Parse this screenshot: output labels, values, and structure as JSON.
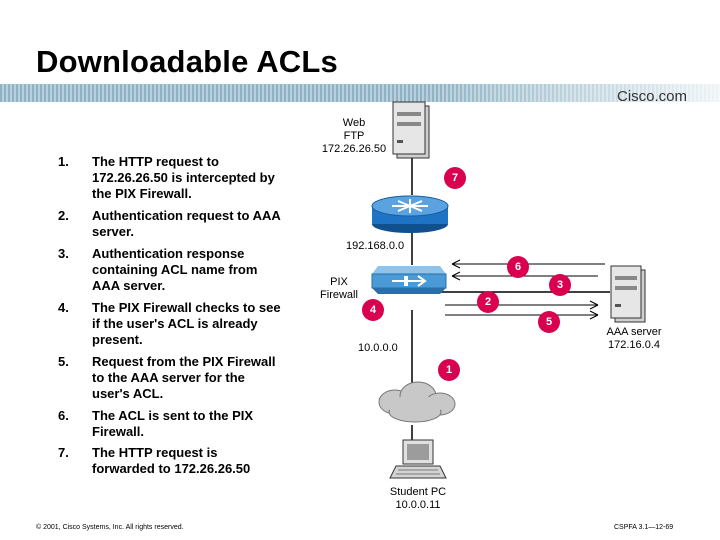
{
  "slide": {
    "title": "Downloadable ACLs",
    "logo": "Cisco.com",
    "footer_left": "© 2001, Cisco Systems, Inc. All rights reserved.",
    "footer_right": "CSPFA 3.1—12-69"
  },
  "steps": [
    {
      "num": "1.",
      "text": "The HTTP request to 172.26.26.50 is intercepted by the PIX Firewall."
    },
    {
      "num": "2.",
      "text": "Authentication request to AAA server."
    },
    {
      "num": "3.",
      "text": "Authentication response containing ACL name from AAA server."
    },
    {
      "num": "4.",
      "text": "The PIX Firewall checks to see if the user's ACL is already present."
    },
    {
      "num": "5.",
      "text": "Request from the PIX Firewall to the AAA server for the user's ACL."
    },
    {
      "num": "6.",
      "text": "The ACL is sent to the PIX Firewall."
    },
    {
      "num": "7.",
      "text": "The HTTP request is forwarded to 172.26.26.50"
    }
  ],
  "diagram": {
    "web_server_label": [
      "Web",
      "FTP",
      "172.26.26.50"
    ],
    "inside_network": "192.168.0.0",
    "pix_label": [
      "PIX",
      "Firewall"
    ],
    "outside_network": "10.0.0.0",
    "aaa_label": [
      "AAA server",
      "172.16.0.4"
    ],
    "student_label": [
      "Student PC",
      "10.0.0.11"
    ],
    "badges": [
      "1",
      "2",
      "3",
      "4",
      "5",
      "6",
      "7"
    ],
    "colors": {
      "badge": "#d9004f",
      "router": "#1f73c4",
      "pix": "#4a9ad8",
      "server": "#c8c8c8"
    }
  }
}
